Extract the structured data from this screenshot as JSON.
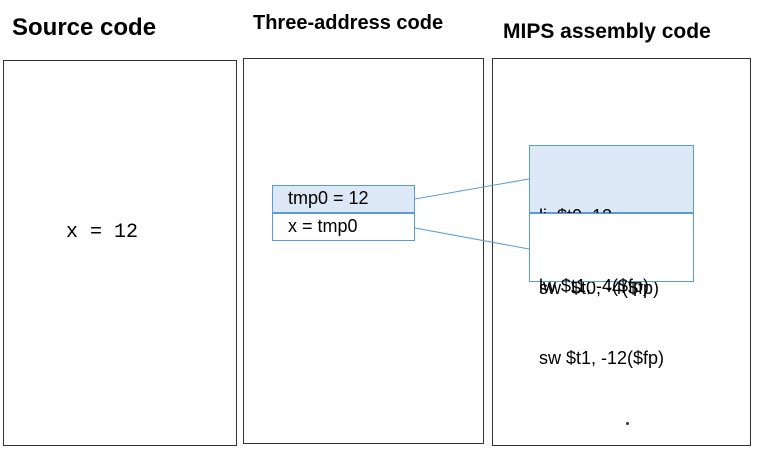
{
  "titles": {
    "source": "Source code",
    "three_address": "Three-address code",
    "mips": "MIPS assembly code"
  },
  "source_code": "x = 12",
  "three_address_code": [
    "tmp0 = 12",
    "x = tmp0"
  ],
  "mips_blocks": [
    [
      "li  $t0, 12",
      "sw  $t0, -4($fp)"
    ],
    [
      "lw $t1, -4($fp)",
      "sw $t1, -12($fp)"
    ]
  ],
  "colors": {
    "box_border": "#5b9bd5",
    "highlight_fill": "#dde8f6",
    "connector": "#5b9bd5"
  }
}
